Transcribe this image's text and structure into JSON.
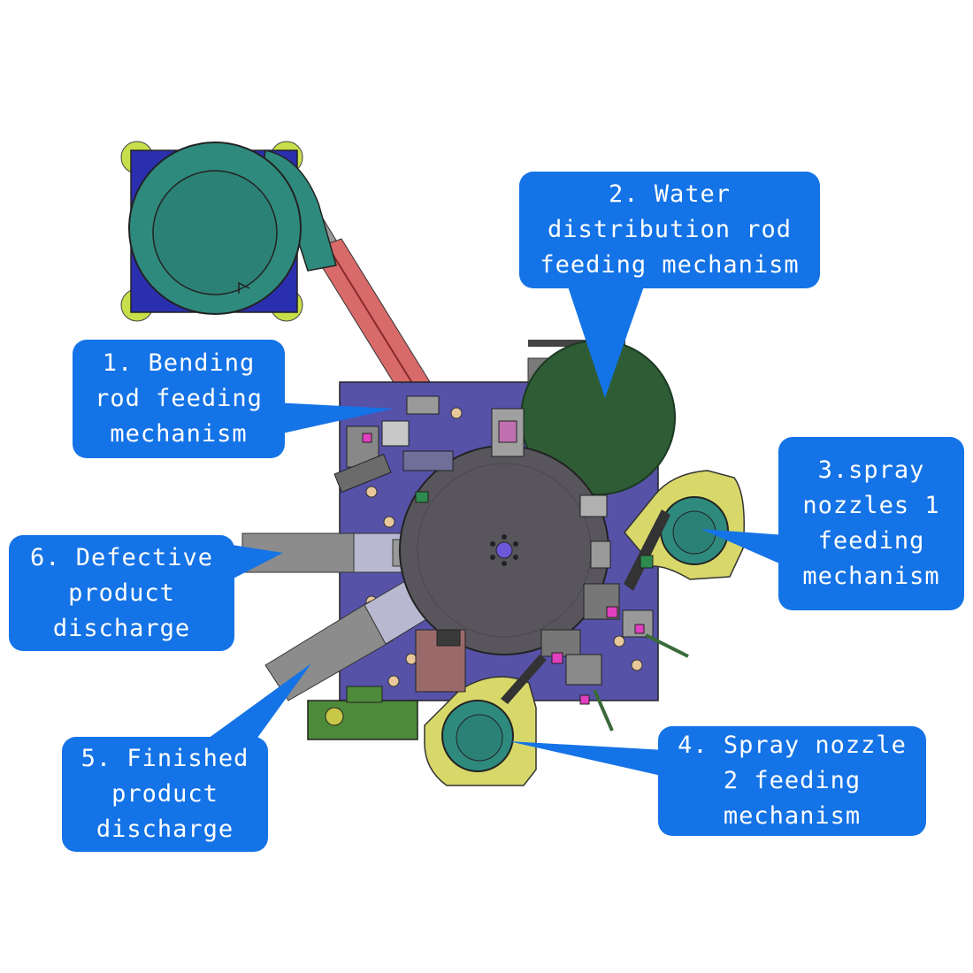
{
  "colors": {
    "callout": "#1473e6",
    "callout_text": "#ffffff",
    "base_plate": "#5652a8",
    "turntable": "#58565c",
    "bowl_teal": "#2f8a7e",
    "bowl_base_yellow": "#d8d86a",
    "large_disc_green": "#2e5c35",
    "square_base_blue": "#2a2fb0",
    "foot_yellow": "#c8de4a"
  },
  "callouts": [
    {
      "lines": [
        "1. Bending",
        "rod feeding",
        "mechanism"
      ]
    },
    {
      "lines": [
        "2. Water",
        "distribution rod",
        "feeding mechanism"
      ]
    },
    {
      "lines": [
        "3.spray",
        "nozzles 1",
        "feeding",
        "mechanism"
      ]
    },
    {
      "lines": [
        "4. Spray nozzle",
        "2 feeding",
        "mechanism"
      ]
    },
    {
      "lines": [
        "5. Finished",
        "product",
        "discharge"
      ]
    },
    {
      "lines": [
        "6. Defective",
        "product",
        "discharge"
      ]
    }
  ]
}
